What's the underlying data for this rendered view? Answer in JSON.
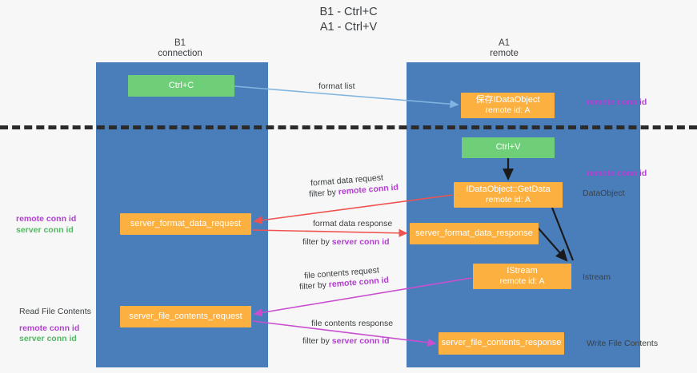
{
  "title": {
    "line1": "B1 - Ctrl+C",
    "line2": "A1 - Ctrl+V"
  },
  "lanes": [
    {
      "id": "b1",
      "name": "B1",
      "subtitle": "connection",
      "color": "#4a7ebb"
    },
    {
      "id": "a1",
      "name": "A1",
      "subtitle": "remote",
      "color": "#4a7ebb"
    }
  ],
  "nodes": {
    "ctrl_c": {
      "line1": "Ctrl+C",
      "line2": "",
      "color": "#6fcf79"
    },
    "save_idataobject": {
      "line1": "保存IDataObject",
      "line2": "remote id: A",
      "color": "#fbb040"
    },
    "ctrl_v": {
      "line1": "Ctrl+V",
      "line2": "",
      "color": "#6fcf79"
    },
    "getdata": {
      "line1": "IDataObject::GetData",
      "line2": "remote id: A",
      "color": "#fbb040"
    },
    "server_format_data_request": {
      "line1": "server_format_data_request",
      "color": "#fbb040"
    },
    "server_format_data_response": {
      "line1": "server_format_data_response",
      "color": "#fbb040"
    },
    "istream": {
      "line1": "IStream",
      "line2": "remote id: A",
      "color": "#fbb040"
    },
    "server_file_contents_request": {
      "line1": "server_file_contents_request",
      "color": "#fbb040"
    },
    "server_file_contents_response": {
      "line1": "server_file_contents_response",
      "color": "#fbb040"
    }
  },
  "edges": {
    "format_list": "format list",
    "format_data_request": "format data request",
    "format_data_request_filter_prefix": "filter by ",
    "format_data_request_filter_key": "remote conn id",
    "format_data_response": "format data response",
    "format_data_response_filter_prefix": "filter by ",
    "format_data_response_filter_key": "server conn id",
    "file_contents_request": "file contents request",
    "file_contents_request_filter_prefix": "filter by ",
    "file_contents_request_filter_key": "remote conn id",
    "file_contents_response": "file contents response",
    "file_contents_response_filter_prefix": "filter by ",
    "file_contents_response_filter_key": "server conn id"
  },
  "annotations": {
    "right_remote_conn_id_top": "remote conn id",
    "right_remote_conn_id_mid": "remote conn id",
    "right_dataobject": "DataObject",
    "right_istream": "Istream",
    "right_write_file_contents": "Write File Contents",
    "left_remote_conn_id": "remote conn id",
    "left_server_conn_id": "server conn id",
    "left_read_file_contents": "Read File Contents",
    "left_remote_conn_id_2": "remote conn id",
    "left_server_conn_id_2": "server conn id"
  },
  "colors": {
    "lane": "#4a7ebb",
    "node_green": "#6fcf79",
    "node_orange": "#fbb040",
    "accent_purple": "#b23fd0",
    "accent_green": "#52b863",
    "arrow_blue": "#7fb5e0",
    "arrow_red": "#ef5350",
    "arrow_magenta": "#c94fd0",
    "arrow_black": "#1a1a1a",
    "divider": "#2b2b2b",
    "background": "#f7f7f7"
  }
}
